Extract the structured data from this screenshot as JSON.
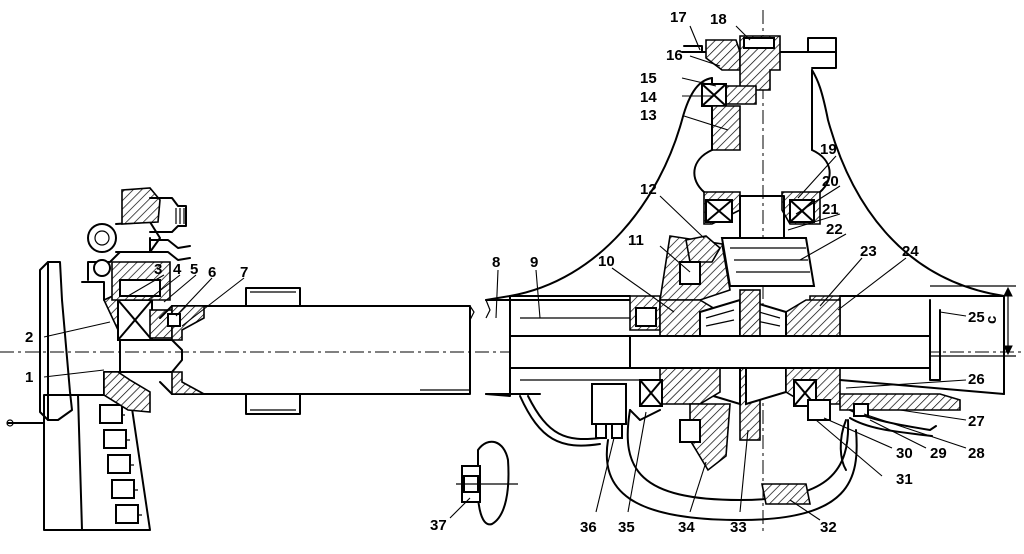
{
  "labels": [
    {
      "id": "1",
      "text": "1"
    },
    {
      "id": "2",
      "text": "2"
    },
    {
      "id": "3",
      "text": "3"
    },
    {
      "id": "4",
      "text": "4"
    },
    {
      "id": "5",
      "text": "5"
    },
    {
      "id": "6",
      "text": "6"
    },
    {
      "id": "7",
      "text": "7"
    },
    {
      "id": "8",
      "text": "8"
    },
    {
      "id": "9",
      "text": "9"
    },
    {
      "id": "10",
      "text": "10"
    },
    {
      "id": "11",
      "text": "11"
    },
    {
      "id": "12",
      "text": "12"
    },
    {
      "id": "13",
      "text": "13"
    },
    {
      "id": "14",
      "text": "14"
    },
    {
      "id": "15",
      "text": "15"
    },
    {
      "id": "16",
      "text": "16"
    },
    {
      "id": "17",
      "text": "17"
    },
    {
      "id": "18",
      "text": "18"
    },
    {
      "id": "19",
      "text": "19"
    },
    {
      "id": "20",
      "text": "20"
    },
    {
      "id": "21",
      "text": "21"
    },
    {
      "id": "22",
      "text": "22"
    },
    {
      "id": "23",
      "text": "23"
    },
    {
      "id": "24",
      "text": "24"
    },
    {
      "id": "25",
      "text": "25"
    },
    {
      "id": "26",
      "text": "26"
    },
    {
      "id": "27",
      "text": "27"
    },
    {
      "id": "28",
      "text": "28"
    },
    {
      "id": "29",
      "text": "29"
    },
    {
      "id": "30",
      "text": "30"
    },
    {
      "id": "31",
      "text": "31"
    },
    {
      "id": "32",
      "text": "32"
    },
    {
      "id": "33",
      "text": "33"
    },
    {
      "id": "34",
      "text": "34"
    },
    {
      "id": "35",
      "text": "35"
    },
    {
      "id": "36",
      "text": "36"
    },
    {
      "id": "37",
      "text": "37"
    }
  ],
  "dimension": {
    "text": "c"
  }
}
